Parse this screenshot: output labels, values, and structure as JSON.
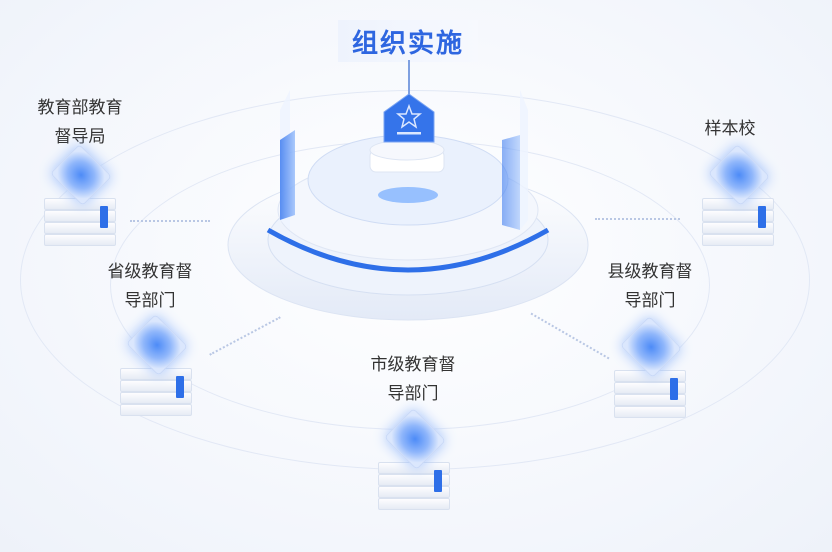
{
  "center": {
    "title": "组织实施",
    "icon": "house-star-icon"
  },
  "nodes": [
    {
      "id": "ministry",
      "lines": [
        "教育部教育",
        "督导局"
      ],
      "icon": "server-stack-icon"
    },
    {
      "id": "sample-school",
      "lines": [
        "样本校"
      ],
      "icon": "server-stack-icon"
    },
    {
      "id": "provincial",
      "lines": [
        "省级教育督",
        "导部门"
      ],
      "icon": "server-stack-icon"
    },
    {
      "id": "county",
      "lines": [
        "县级教育督",
        "导部门"
      ],
      "icon": "server-stack-icon"
    },
    {
      "id": "city",
      "lines": [
        "市级教育督",
        "导部门"
      ],
      "icon": "server-stack-icon"
    }
  ],
  "colors": {
    "accent": "#2e66e0",
    "text": "#333333"
  }
}
